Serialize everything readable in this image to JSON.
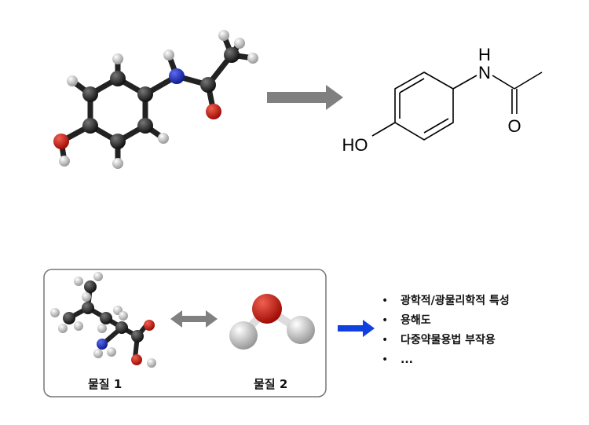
{
  "skeletal_formula": {
    "ho_label": "HO",
    "n_label": "N",
    "h_label": "H",
    "o_label": "O"
  },
  "box": {
    "substance1_label": "물질 1",
    "substance2_label": "물질 2"
  },
  "properties": [
    "광학적/광물리학적 특성",
    "용해도",
    "다중약물용법 부작용",
    "..."
  ],
  "colors": {
    "carbon": "#1a1a1a",
    "oxygen": "#cc1a12",
    "nitrogen": "#1a2aa8",
    "hydrogen": "#e8e8e8",
    "arrow_gray": "#808080",
    "arrow_blue": "#1040e0"
  }
}
